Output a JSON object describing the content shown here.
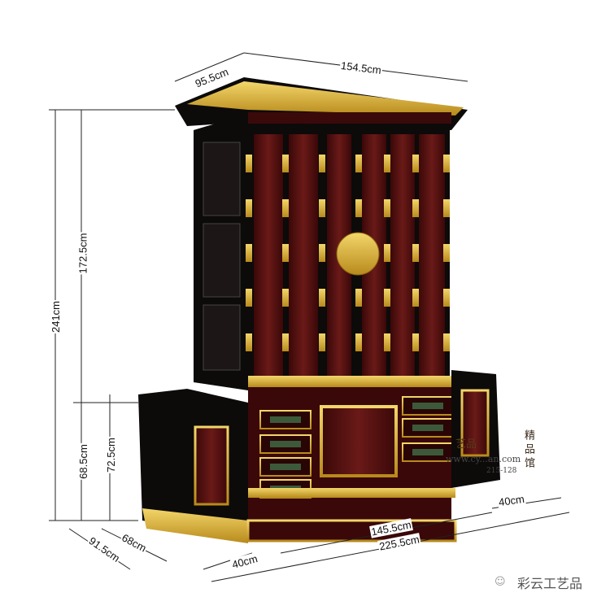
{
  "dimensions": {
    "top_depth": "95.5cm",
    "top_width": "154.5cm",
    "total_height": "241cm",
    "upper_height": "172.5cm",
    "base_height_inner": "68.5cm",
    "base_height_outer": "72.5cm",
    "base_depth_outer": "91.5cm",
    "base_depth_inner": "68cm",
    "left_wing_width": "40cm",
    "center_width": "145.5cm",
    "total_width": "225.5cm",
    "right_wing_width": "40cm"
  },
  "watermark": {
    "brand": "彩云工艺品",
    "stamp_side": "精品馆",
    "stamp_center": "艺品",
    "stamp_url": "www.cy...an.com",
    "stamp_number": "215-128"
  },
  "colors": {
    "lacquer": "#4a0d0d",
    "black": "#0d0a0a",
    "gold": "#d8b23a"
  }
}
